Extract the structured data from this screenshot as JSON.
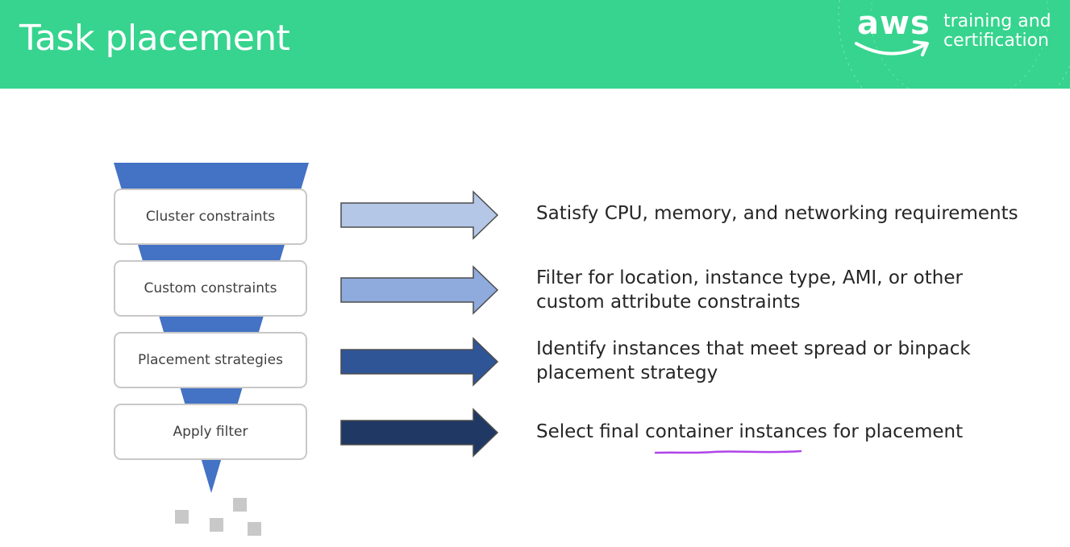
{
  "header": {
    "title": "Task placement",
    "logo_text": "aws",
    "logo_subtitle": "training and certification"
  },
  "colors": {
    "header_bg": "#36d48e",
    "funnel": "#4472c4",
    "arrow_1": "#b4c7e7",
    "arrow_2": "#8faadc",
    "arrow_3": "#2f5597",
    "arrow_4": "#203864",
    "underline": "#b044e8",
    "pixels": "#c8c8c8"
  },
  "steps": [
    {
      "label": "Cluster constraints",
      "description": "Satisfy CPU, memory, and networking requirements"
    },
    {
      "label": "Custom constraints",
      "description": "Filter for location, instance type, AMI, or other custom attribute constraints"
    },
    {
      "label": "Placement strategies",
      "description": "Identify instances that meet spread or binpack placement strategy"
    },
    {
      "label": "Apply filter",
      "description": "Select final container instances for placement"
    }
  ]
}
